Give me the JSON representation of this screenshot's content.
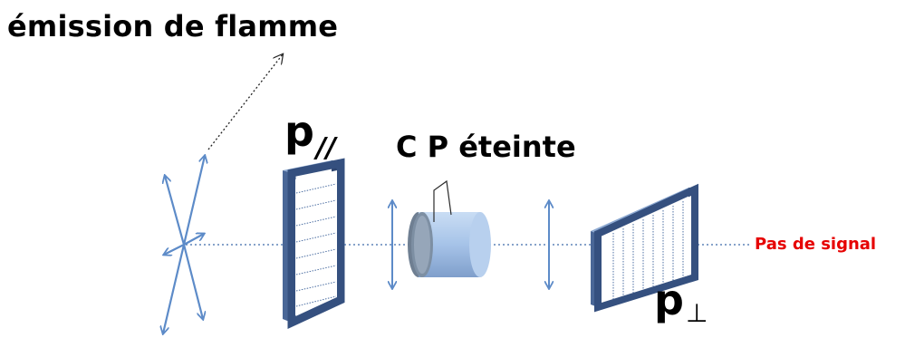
{
  "title": "émission de flamme",
  "polarizer_parallel": {
    "main": "p",
    "sub": "//"
  },
  "cell_label": "C P éteinte",
  "polarizer_perp": {
    "main": "p",
    "sub": "⊥"
  },
  "output_label": "Pas de signal",
  "colors": {
    "frame": "#35507f",
    "frame_light": "#8eaad2",
    "arrow": "#5d8bc8",
    "axis": "#3f6aaa",
    "signal": "#e60000",
    "cell_body": "#a9c6ea",
    "cell_face": "#7d8fa3"
  }
}
